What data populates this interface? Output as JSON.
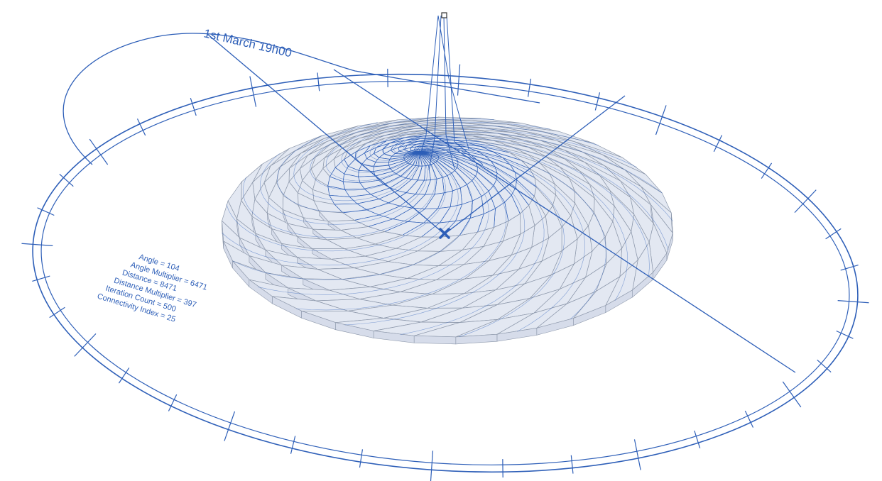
{
  "date_label": "1st March 19h00",
  "parameters": [
    "Angle = 104",
    "Angle Multiplier = 6471",
    "Distance = 8471",
    "Distance Multiplier = 397",
    "Iteration Count = 500",
    "Connectivity Index = 25"
  ],
  "colors": {
    "line": "#2e5fb8",
    "panel_fill": "#e3e8f2",
    "panel_stroke": "#8c97aa",
    "background": "#ffffff"
  },
  "markers": {
    "center": "x-mark-icon",
    "sun": "square-marker-icon"
  }
}
